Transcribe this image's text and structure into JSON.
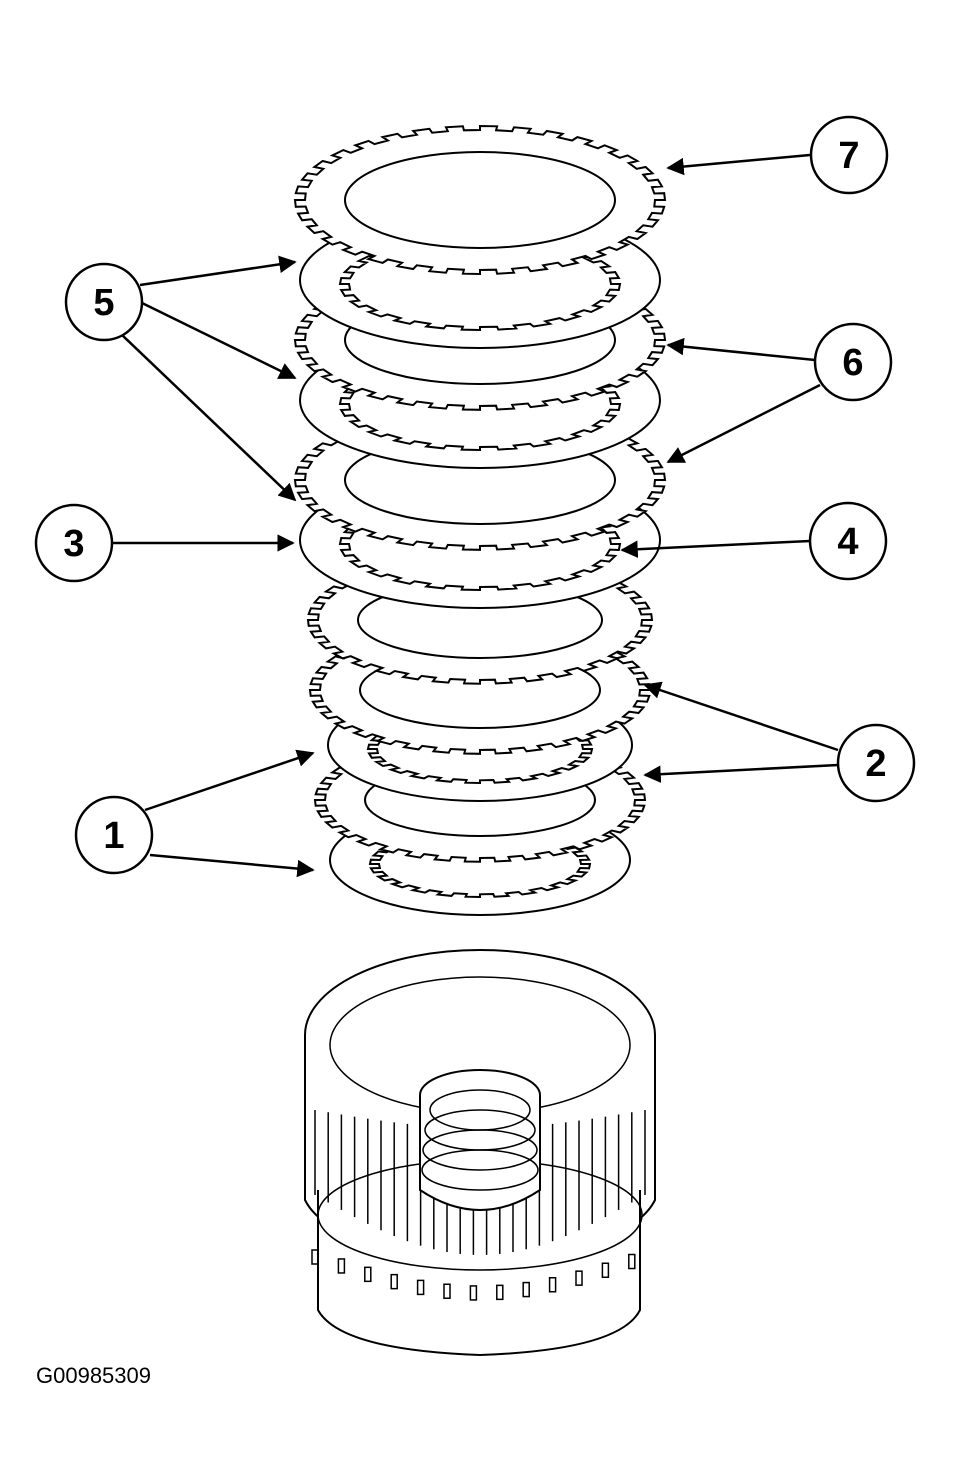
{
  "figure_id": "G00985309",
  "callouts": [
    {
      "label": "1"
    },
    {
      "label": "2"
    },
    {
      "label": "3"
    },
    {
      "label": "4"
    },
    {
      "label": "5"
    },
    {
      "label": "6"
    },
    {
      "label": "7"
    }
  ],
  "parts": [
    {
      "name": "clutch-drum"
    },
    {
      "name": "clutch-pack"
    }
  ],
  "colors": {
    "line": "#000000",
    "background": "#ffffff"
  }
}
